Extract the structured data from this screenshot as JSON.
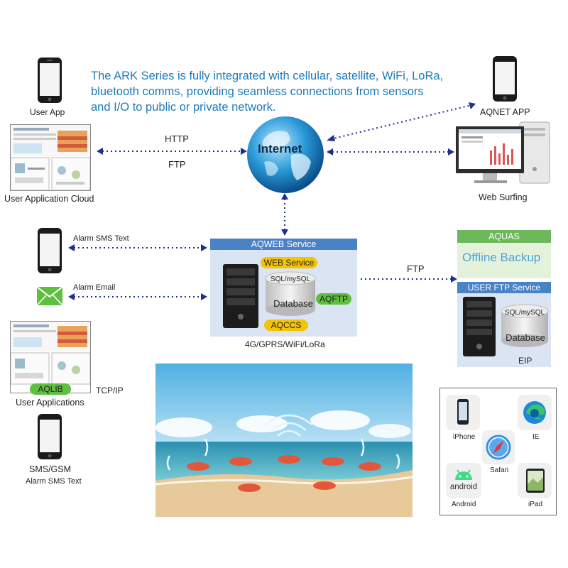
{
  "intro_text": "The ARK Series is fully integrated with cellular, satellite, WiFi, LoRa, bluetooth comms, providing seamless connections from sensors and I/O to public or private network.",
  "nodes": {
    "user_app": "User App",
    "user_app_cloud": "User Application Cloud",
    "http": "HTTP",
    "ftp_left": "FTP",
    "internet": "Internet",
    "aqnet_app": "AQNET APP",
    "web_surfing": "Web Surfing",
    "alarm_sms": "Alarm SMS Text",
    "alarm_email": "Alarm Email",
    "aqlib": "AQLIB",
    "user_applications": "User Applications",
    "tcpip": "TCP/IP",
    "sms_gsm": "SMS/GSM",
    "sms_gsm_sub": "Alarm SMS Text"
  },
  "aqweb": {
    "title": "AQWEB Service",
    "web_service": "WEB Service",
    "sql": "SQL/mySQL",
    "database": "Database",
    "aqftp": "AQFTP",
    "aqccs": "AQCCS",
    "network": "4G/GPRS/WiFi/LoRa"
  },
  "ftp_right": "FTP",
  "aquas": {
    "title": "AQUAS",
    "offline": "Offline Backup"
  },
  "userftp": {
    "title": "USER FTP Service",
    "sql": "SQL/mySQL",
    "database": "Database",
    "eip": "EIP"
  },
  "platforms": {
    "iphone": "iPhone",
    "ie": "IE",
    "safari": "Safari",
    "android": "Android",
    "android_logo": "android",
    "ipad": "iPad"
  },
  "colors": {
    "intro_blue": "#1e7bb8",
    "arrow_blue": "#1f2f8f",
    "service_blue": "#4a82c6",
    "pill_yellow": "#f5c400",
    "green": "#5fbf3f",
    "aquas_green": "#6cb85a"
  }
}
